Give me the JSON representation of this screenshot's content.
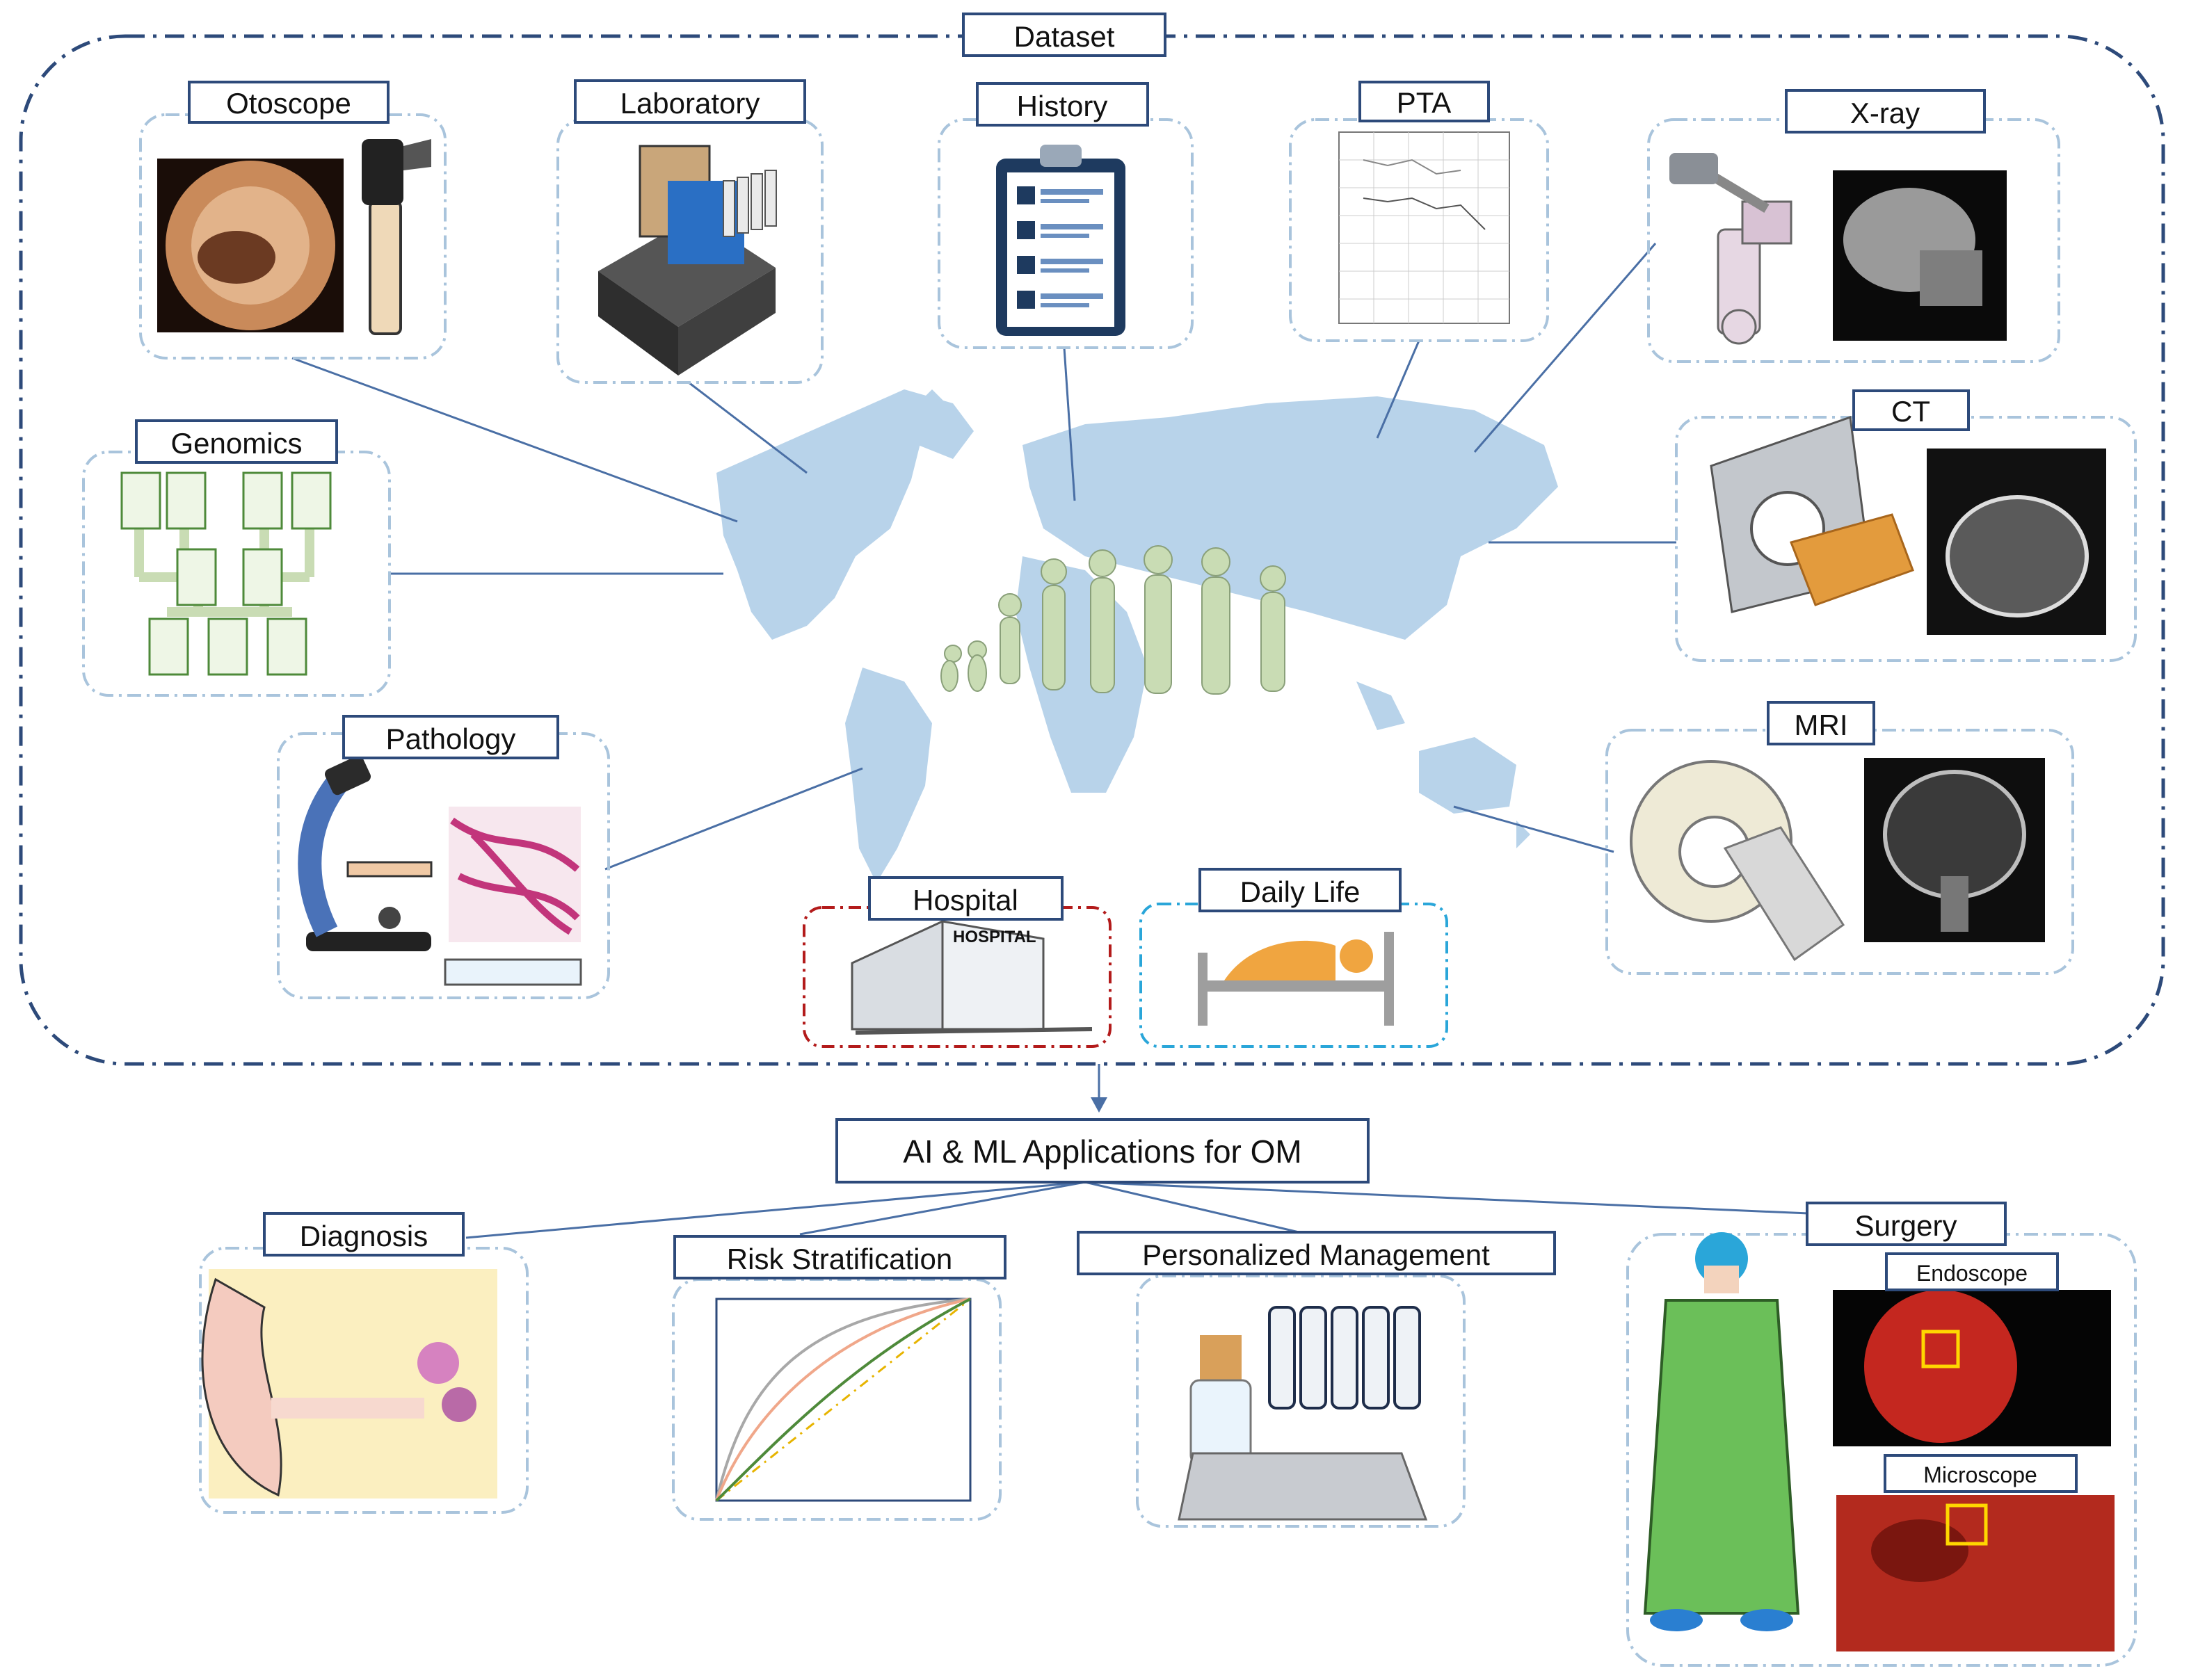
{
  "dataset": {
    "title": "Dataset"
  },
  "sources": {
    "otoscope": "Otoscope",
    "laboratory": "Laboratory",
    "history": "History",
    "pta": "PTA",
    "xray": "X-ray",
    "genomics": "Genomics",
    "ct": "CT",
    "pathology": "Pathology",
    "mri": "MRI",
    "hospital": "Hospital",
    "daily_life": "Daily Life"
  },
  "hospital_sign": "HOSPITAL",
  "applications": {
    "title": "AI & ML Applications for OM",
    "diagnosis": "Diagnosis",
    "risk": "Risk Stratification",
    "management": "Personalized Management",
    "surgery": "Surgery",
    "endoscope": "Endoscope",
    "microscope": "Microscope"
  },
  "colors": {
    "frame": "#2d4a7a",
    "card_border": "#a9c4dc",
    "map": "#b8d3ea",
    "line": "#4a6fa5",
    "hospital_border": "#b31b1b",
    "daily_border": "#2aa6d9",
    "silhouette": "#c9dcb4",
    "gown": "#6bbf59"
  },
  "icons": [
    "otoscope-icon",
    "lab-machine-icon",
    "clipboard-icon",
    "audiogram-icon",
    "xray-machine-icon",
    "skull-xray-icon",
    "pedigree-icon",
    "ct-scanner-icon",
    "ct-scan-icon",
    "microscope-icon",
    "histology-slide-icon",
    "mri-scanner-icon",
    "mri-scan-icon",
    "hospital-building-icon",
    "bed-icon",
    "ear-anatomy-icon",
    "roc-curve-icon",
    "medicine-icon",
    "surgeon-icon",
    "endoscope-image-icon",
    "microscope-image-icon",
    "world-map-icon",
    "human-growth-icon"
  ]
}
